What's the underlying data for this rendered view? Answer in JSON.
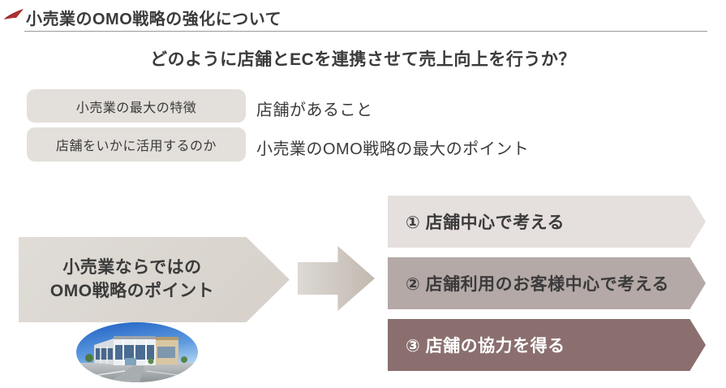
{
  "slide": {
    "title": "小売業のOMO戦略の強化について",
    "subtitle": "どのように店舗とECを連携させて売上向上を行うか？",
    "features": [
      {
        "label": "小売業の最大の特徴",
        "value": "店舗があること"
      },
      {
        "label": "店舗をいかに活用するのか",
        "value": "小売業のOMO戦略の最大のポイント"
      }
    ],
    "pointer": {
      "line1": "小売業ならではの",
      "line2": "OMO戦略のポイント"
    },
    "points": [
      {
        "label": "① 店舗中心で考える",
        "color": "#e5dfde",
        "text_color": "#3b3b3b"
      },
      {
        "label": "② 店舗利用のお客様中心で考える",
        "color": "#b4a9a7",
        "text_color": "#3b3b3b"
      },
      {
        "label": "③ 店舗の協力を得る",
        "color": "#8a6f6e",
        "text_color": "#ffffff"
      }
    ],
    "icons": {
      "title_marker": "red-swoosh-arrow-icon",
      "flow_arrow": "right-block-arrow",
      "photo": "store-building-photo"
    },
    "colors": {
      "accent_red": "#ad3230",
      "text": "#3b3b3b",
      "divider": "#9a9a9a",
      "label_box": "#e3dfda",
      "pointer_shape": "#d9d4ce",
      "flow_arrow_from": "#ddd9d4",
      "flow_arrow_to": "#c2b9b0"
    }
  }
}
